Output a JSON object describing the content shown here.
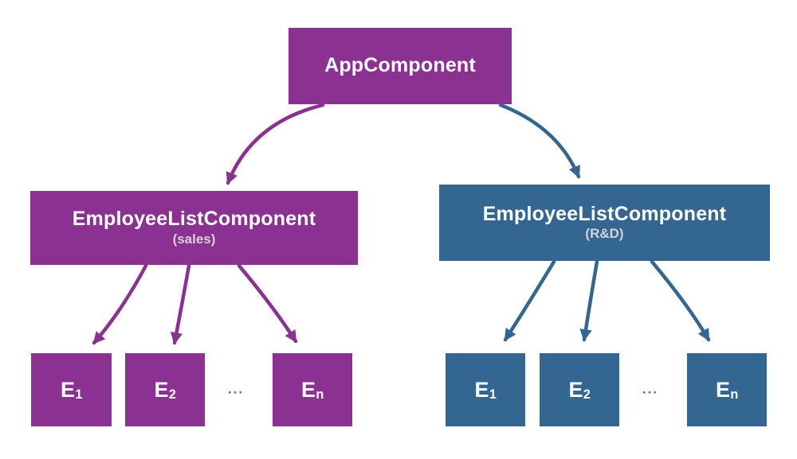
{
  "diagram": {
    "description": "Angular component tree diagram",
    "colors": {
      "purple": "#8a3191",
      "blue": "#336690",
      "title_text": "#ffffff",
      "subtitle_text": "#d5d3d8",
      "ellipsis_dots": "#4a76a8",
      "background": "#ffffff"
    },
    "root": {
      "label": "AppComponent"
    },
    "left_group": {
      "component": {
        "title": "EmployeeListComponent",
        "subtitle": "(sales)"
      },
      "employees": [
        {
          "base": "E",
          "sub": "1"
        },
        {
          "base": "E",
          "sub": "2"
        },
        {
          "base": "E",
          "sub": "n"
        }
      ],
      "ellipsis": "..."
    },
    "right_group": {
      "component": {
        "title": "EmployeeListComponent",
        "subtitle": "(R&D)"
      },
      "employees": [
        {
          "base": "E",
          "sub": "1"
        },
        {
          "base": "E",
          "sub": "2"
        },
        {
          "base": "E",
          "sub": "n"
        }
      ],
      "ellipsis": "..."
    }
  }
}
